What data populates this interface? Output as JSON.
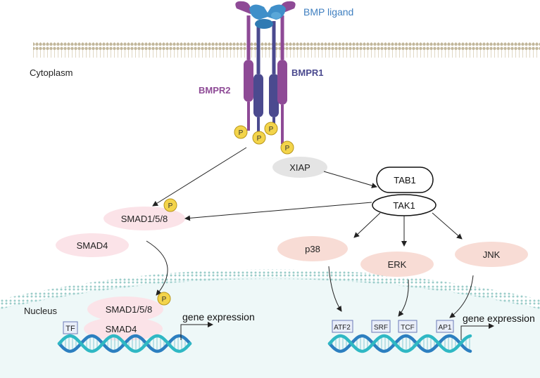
{
  "labels": {
    "bmp_ligand": "BMP ligand",
    "cytoplasm": "Cytoplasm",
    "bmpr1": "BMPR1",
    "bmpr2": "BMPR2",
    "nucleus": "Nucleus",
    "phospho": "P"
  },
  "nodes": {
    "xiap": "XIAP",
    "tab1": "TAB1",
    "tak1": "TAK1",
    "smad158": "SMAD1/5/8",
    "smad4": "SMAD4",
    "p38": "p38",
    "erk": "ERK",
    "jnk": "JNK",
    "smad158_nuc": "SMAD1/5/8",
    "smad4_nuc": "SMAD4"
  },
  "tf_boxes": {
    "tf": "TF",
    "atf2": "ATF2",
    "srf": "SRF",
    "tcf": "TCF",
    "ap1": "AP1"
  },
  "gene_expression": {
    "left": "gene expression",
    "right": "gene expression"
  },
  "colors": {
    "bmpr2": "#8e4a96",
    "bmpr1": "#4b4a8f",
    "ligand": "#3f8fc9",
    "phospho_fill": "#f3d44a",
    "smad_fill": "#fbe3e8",
    "mapk_fill": "#f8dcd5",
    "xiap_fill": "#e4e4e4",
    "nucleus_fill": "#eef8f8",
    "dna_blue": "#2c7fc0",
    "dna_teal": "#2fb8c4"
  }
}
